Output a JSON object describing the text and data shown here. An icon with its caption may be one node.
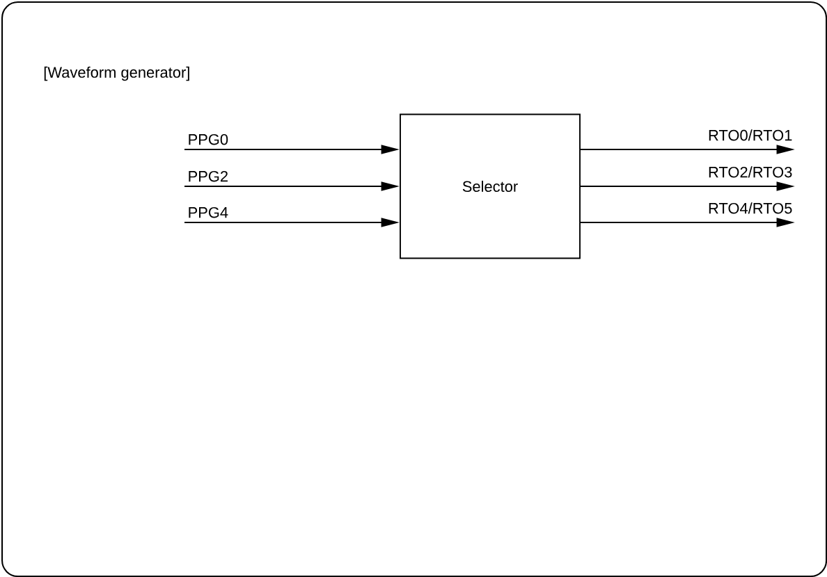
{
  "diagram": {
    "nodes": [
      {
        "text": [
          "[Waveform generator]"
        ]
      },
      {
        "text": [
          "Selector"
        ],
        "in": 0
      }
    ],
    "edges": [
      {
        "from": null,
        "to": 1,
        "arrow": "to",
        "label": "PPG0"
      },
      {
        "from": null,
        "to": 1,
        "arrow": "to",
        "label": "PPG2"
      },
      {
        "from": null,
        "to": 1,
        "arrow": "to",
        "label": "PPG4"
      },
      {
        "from": 1,
        "to": null,
        "arrow": "to",
        "label": "RTO0/RTO1"
      },
      {
        "from": 1,
        "to": null,
        "arrow": "to",
        "label": "RTO2/RTO3"
      },
      {
        "from": 1,
        "to": null,
        "arrow": "to",
        "label": "RTO4/RTO5"
      }
    ]
  }
}
